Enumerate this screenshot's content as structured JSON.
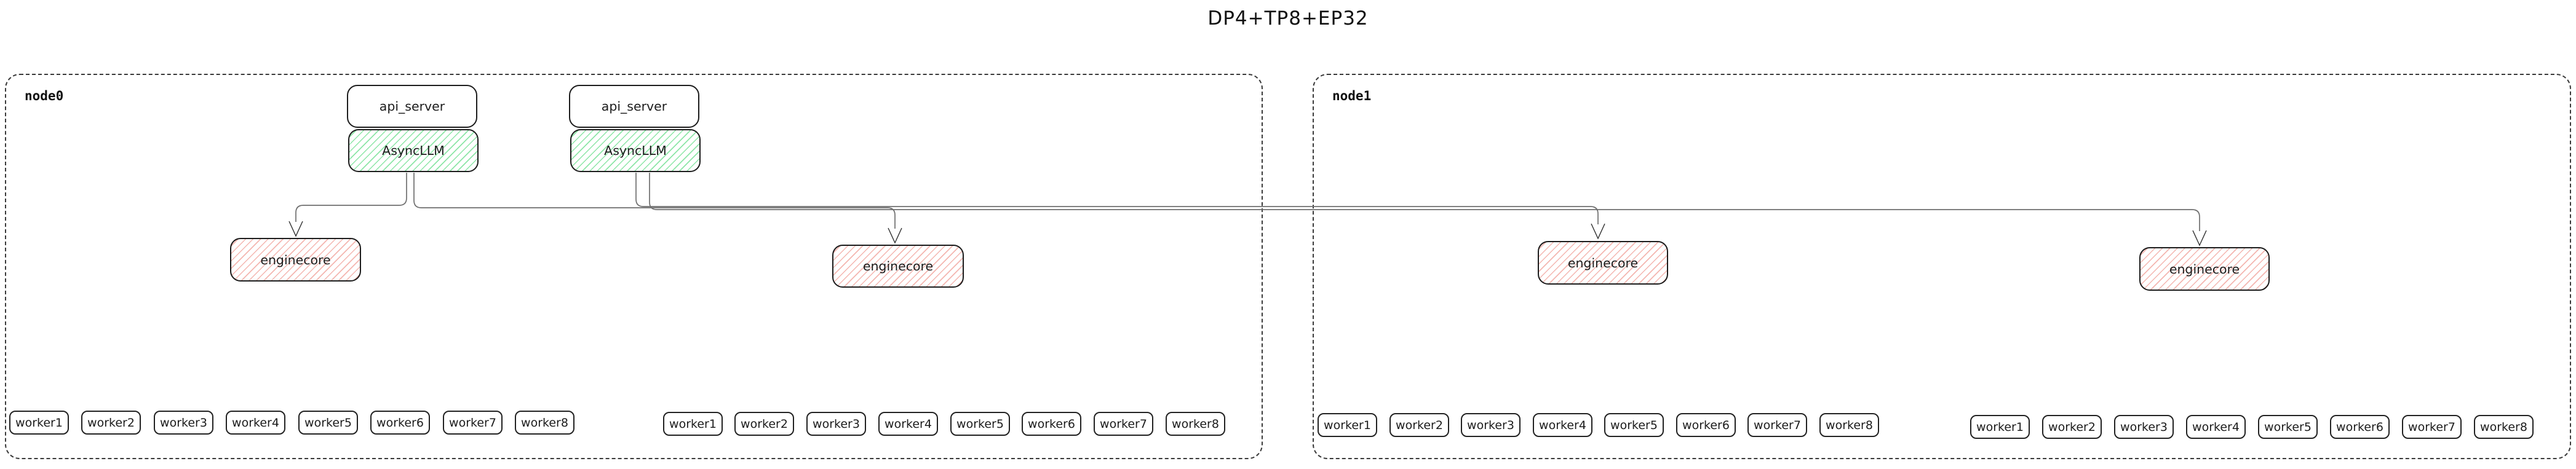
{
  "title": "DP4+TP8+EP32",
  "colors": {
    "green_hatch": "#8de6a7",
    "red_hatch": "#f4b6b0",
    "connector_line": "#6f6f6f",
    "arrowhead": "#2f2f2f",
    "box_border": "#1c1c1c",
    "node_border": "#3a3a3a"
  },
  "nodes": [
    {
      "label": "node0",
      "stacks": [
        {
          "api": "api_server",
          "llm": "AsyncLLM"
        },
        {
          "api": "api_server",
          "llm": "AsyncLLM"
        }
      ],
      "enginecores": [
        "enginecore",
        "enginecore"
      ],
      "worker_groups": [
        [
          "worker1",
          "worker2",
          "worker3",
          "worker4",
          "worker5",
          "worker6",
          "worker7",
          "worker8"
        ],
        [
          "worker1",
          "worker2",
          "worker3",
          "worker4",
          "worker5",
          "worker6",
          "worker7",
          "worker8"
        ]
      ]
    },
    {
      "label": "node1",
      "enginecores": [
        "enginecore",
        "enginecore"
      ],
      "worker_groups": [
        [
          "worker1",
          "worker2",
          "worker3",
          "worker4",
          "worker5",
          "worker6",
          "worker7",
          "worker8"
        ],
        [
          "worker1",
          "worker2",
          "worker3",
          "worker4",
          "worker5",
          "worker6",
          "worker7",
          "worker8"
        ]
      ]
    }
  ]
}
